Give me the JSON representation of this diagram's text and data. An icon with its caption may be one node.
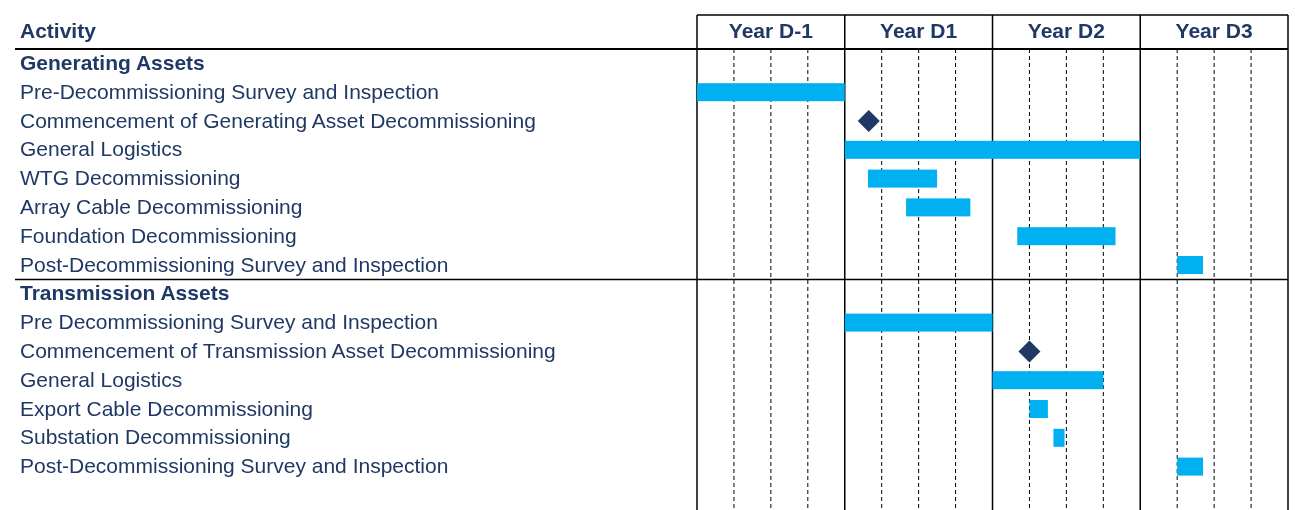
{
  "diagram": {
    "labels": [
      "Activity",
      "Year D-1",
      "Year D1",
      "Year D2",
      "Year D3",
      "Generating Assets",
      "Pre-Decommissioning Survey and Inspection",
      "Commencement of Generating Asset Decommissioning",
      "General Logistics",
      "WTG Decommissioning",
      "Array Cable Decommissioning",
      "Foundation Decommissioning",
      "Post-Decommissioning Survey and Inspection",
      "Transmission Assets",
      "Pre Decommissioning Survey and Inspection",
      "Commencement of Transmission Asset Decommissioning",
      "General Logistics",
      "Export Cable Decommissioning",
      "Substation Decommissioning",
      "Post-Decommissioning Survey and Inspection"
    ]
  }
}
